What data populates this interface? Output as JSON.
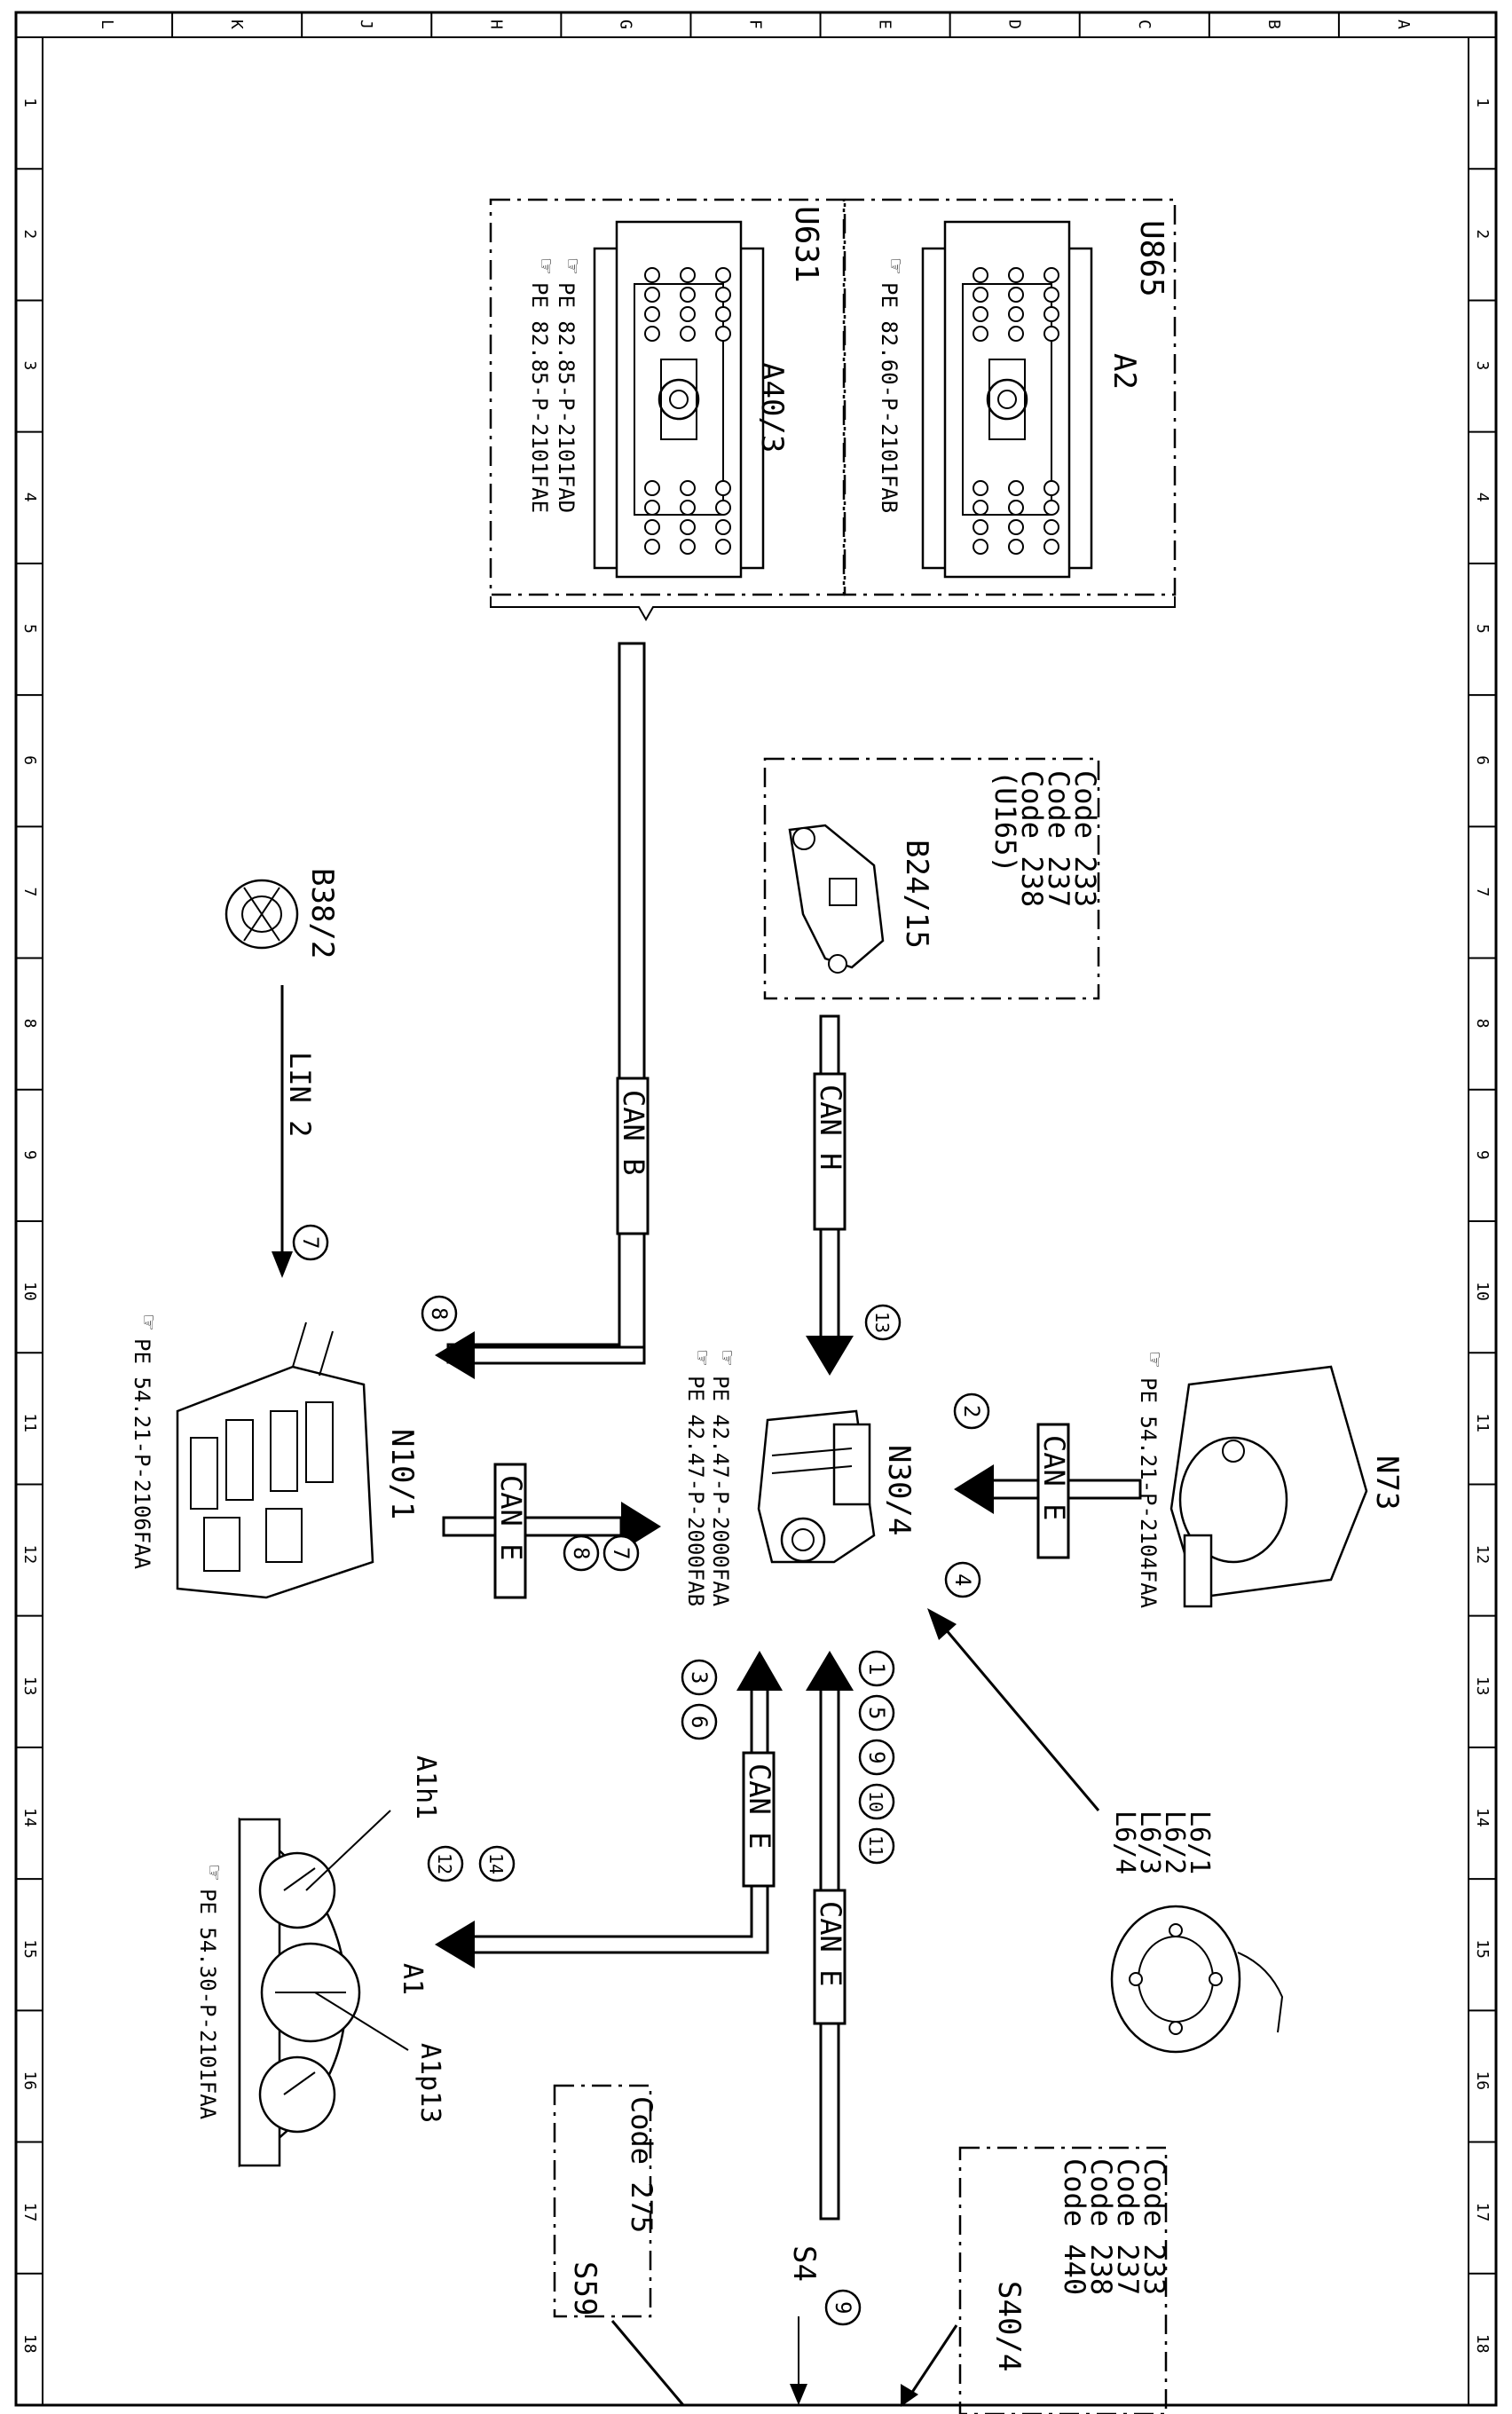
{
  "frame": {
    "row_letters": [
      "L",
      "K",
      "J",
      "H",
      "G",
      "F",
      "E",
      "D",
      "C",
      "B",
      "A"
    ],
    "col_numbers": [
      "1",
      "2",
      "3",
      "4",
      "5",
      "6",
      "7",
      "8",
      "9",
      "10",
      "11",
      "12",
      "13",
      "14",
      "15",
      "16",
      "17",
      "18"
    ]
  },
  "components": {
    "u865": {
      "box_label": "U865",
      "name": "A2",
      "ref1": "PE 82.60-P-2101FAB"
    },
    "u631": {
      "box_label": "U631",
      "name": "A40/3",
      "ref1": "PE 82.85-P-2101FAD",
      "ref2": "PE 82.85-P-2101FAE"
    },
    "b24_15": {
      "name": "B24/15",
      "codes": [
        "Code 233",
        "Code 237",
        "Code 238",
        "(U165)"
      ]
    },
    "b38_2": {
      "name": "B38/2"
    },
    "n73": {
      "name": "N73",
      "ref1": "PE 54.21-P-2104FAA"
    },
    "n30_4": {
      "name": "N30/4",
      "ref1": "PE 42.47-P-2000FAA",
      "ref2": "PE 42.47-P-2000FAB"
    },
    "n10_1": {
      "name": "N10/1",
      "ref1": "PE 54.21-P-2106FAA"
    },
    "a1": {
      "name": "A1",
      "sub1": "A1h1",
      "sub2": "A1p13",
      "ref1": "PE 54.30-P-2101FAA"
    },
    "l6": {
      "names": [
        "L6/1",
        "L6/2",
        "L6/3",
        "L6/4"
      ]
    },
    "s40_4": {
      "name": "S40/4",
      "codes": [
        "Code 233",
        "Code 237",
        "Code 238",
        "Code 440"
      ]
    },
    "s59": {
      "name": "S59",
      "codes": [
        "Code 275"
      ]
    },
    "s4": {
      "name": "S4"
    }
  },
  "buses": {
    "can_b": "CAN B",
    "can_h": "CAN H",
    "can_e_n73": "CAN E",
    "can_e_n10": "CAN E",
    "can_e_a1": "CAN E",
    "can_e_s": "CAN E",
    "lin2": "LIN 2"
  },
  "callouts": {
    "c1": "1",
    "c2": "2",
    "c3": "3",
    "c4": "4",
    "c5": "5",
    "c6": "6",
    "c7a": "7",
    "c7b": "7",
    "c8a": "8",
    "c8b": "8",
    "c9a": "9",
    "c9b": "9",
    "c10": "10",
    "c11": "11",
    "c12": "12",
    "c13": "13",
    "c14": "14"
  }
}
